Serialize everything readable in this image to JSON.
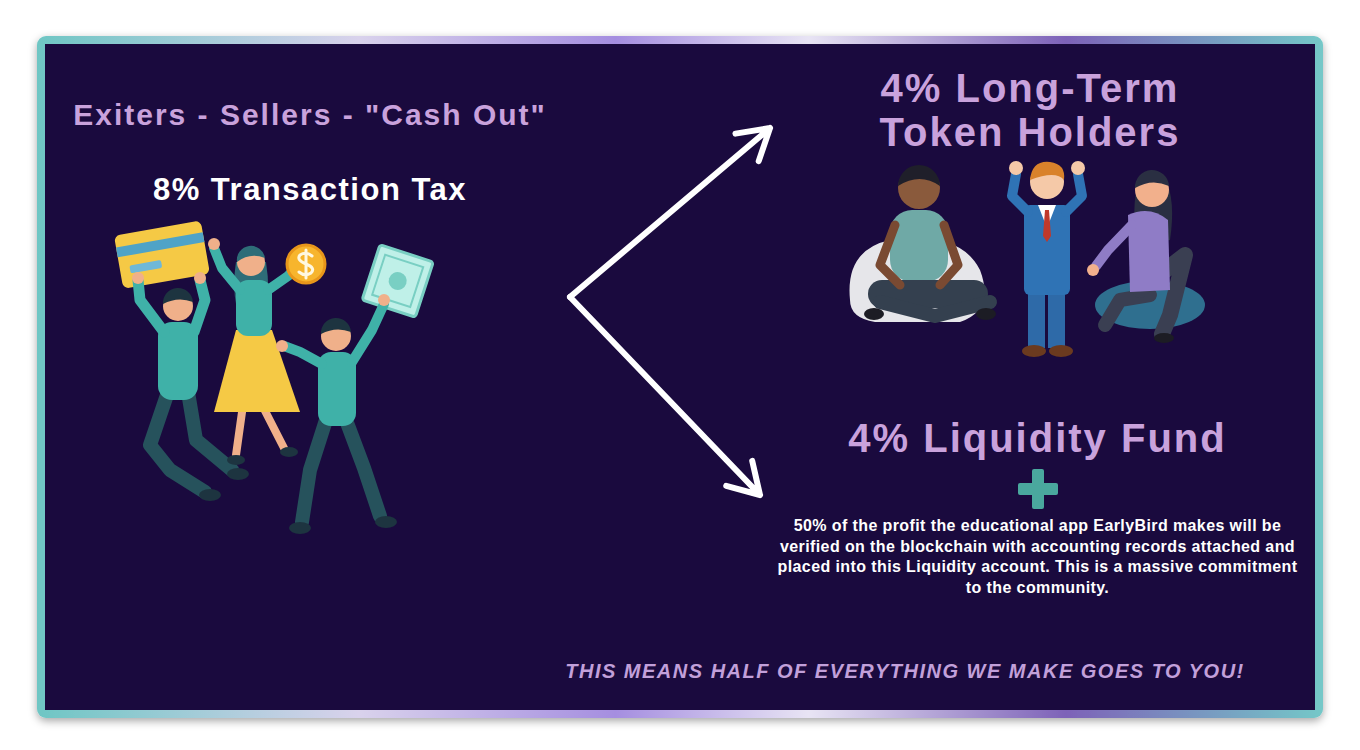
{
  "diagram": {
    "nodes": [
      {
        "text": [
          "Exiters - Sellers - \"Cash Out\"",
          "8% Transaction Tax"
        ]
      },
      {
        "text": [
          "4% Long-Term Token Holders"
        ]
      },
      {
        "text": [
          "4% Liquidity Fund",
          "50% of the profit the educational app EarlyBird makes will be verified on the blockchain with accounting records attached and placed into this Liquidity account. This is a massive commitment to the community."
        ]
      }
    ],
    "edges": [
      {
        "from": 0,
        "to": 1,
        "arrow": "to"
      },
      {
        "from": 0,
        "to": 2,
        "arrow": "to"
      }
    ],
    "labels": [
      "THIS MEANS HALF OF EVERYTHING WE MAKE GOES TO YOU!"
    ]
  }
}
